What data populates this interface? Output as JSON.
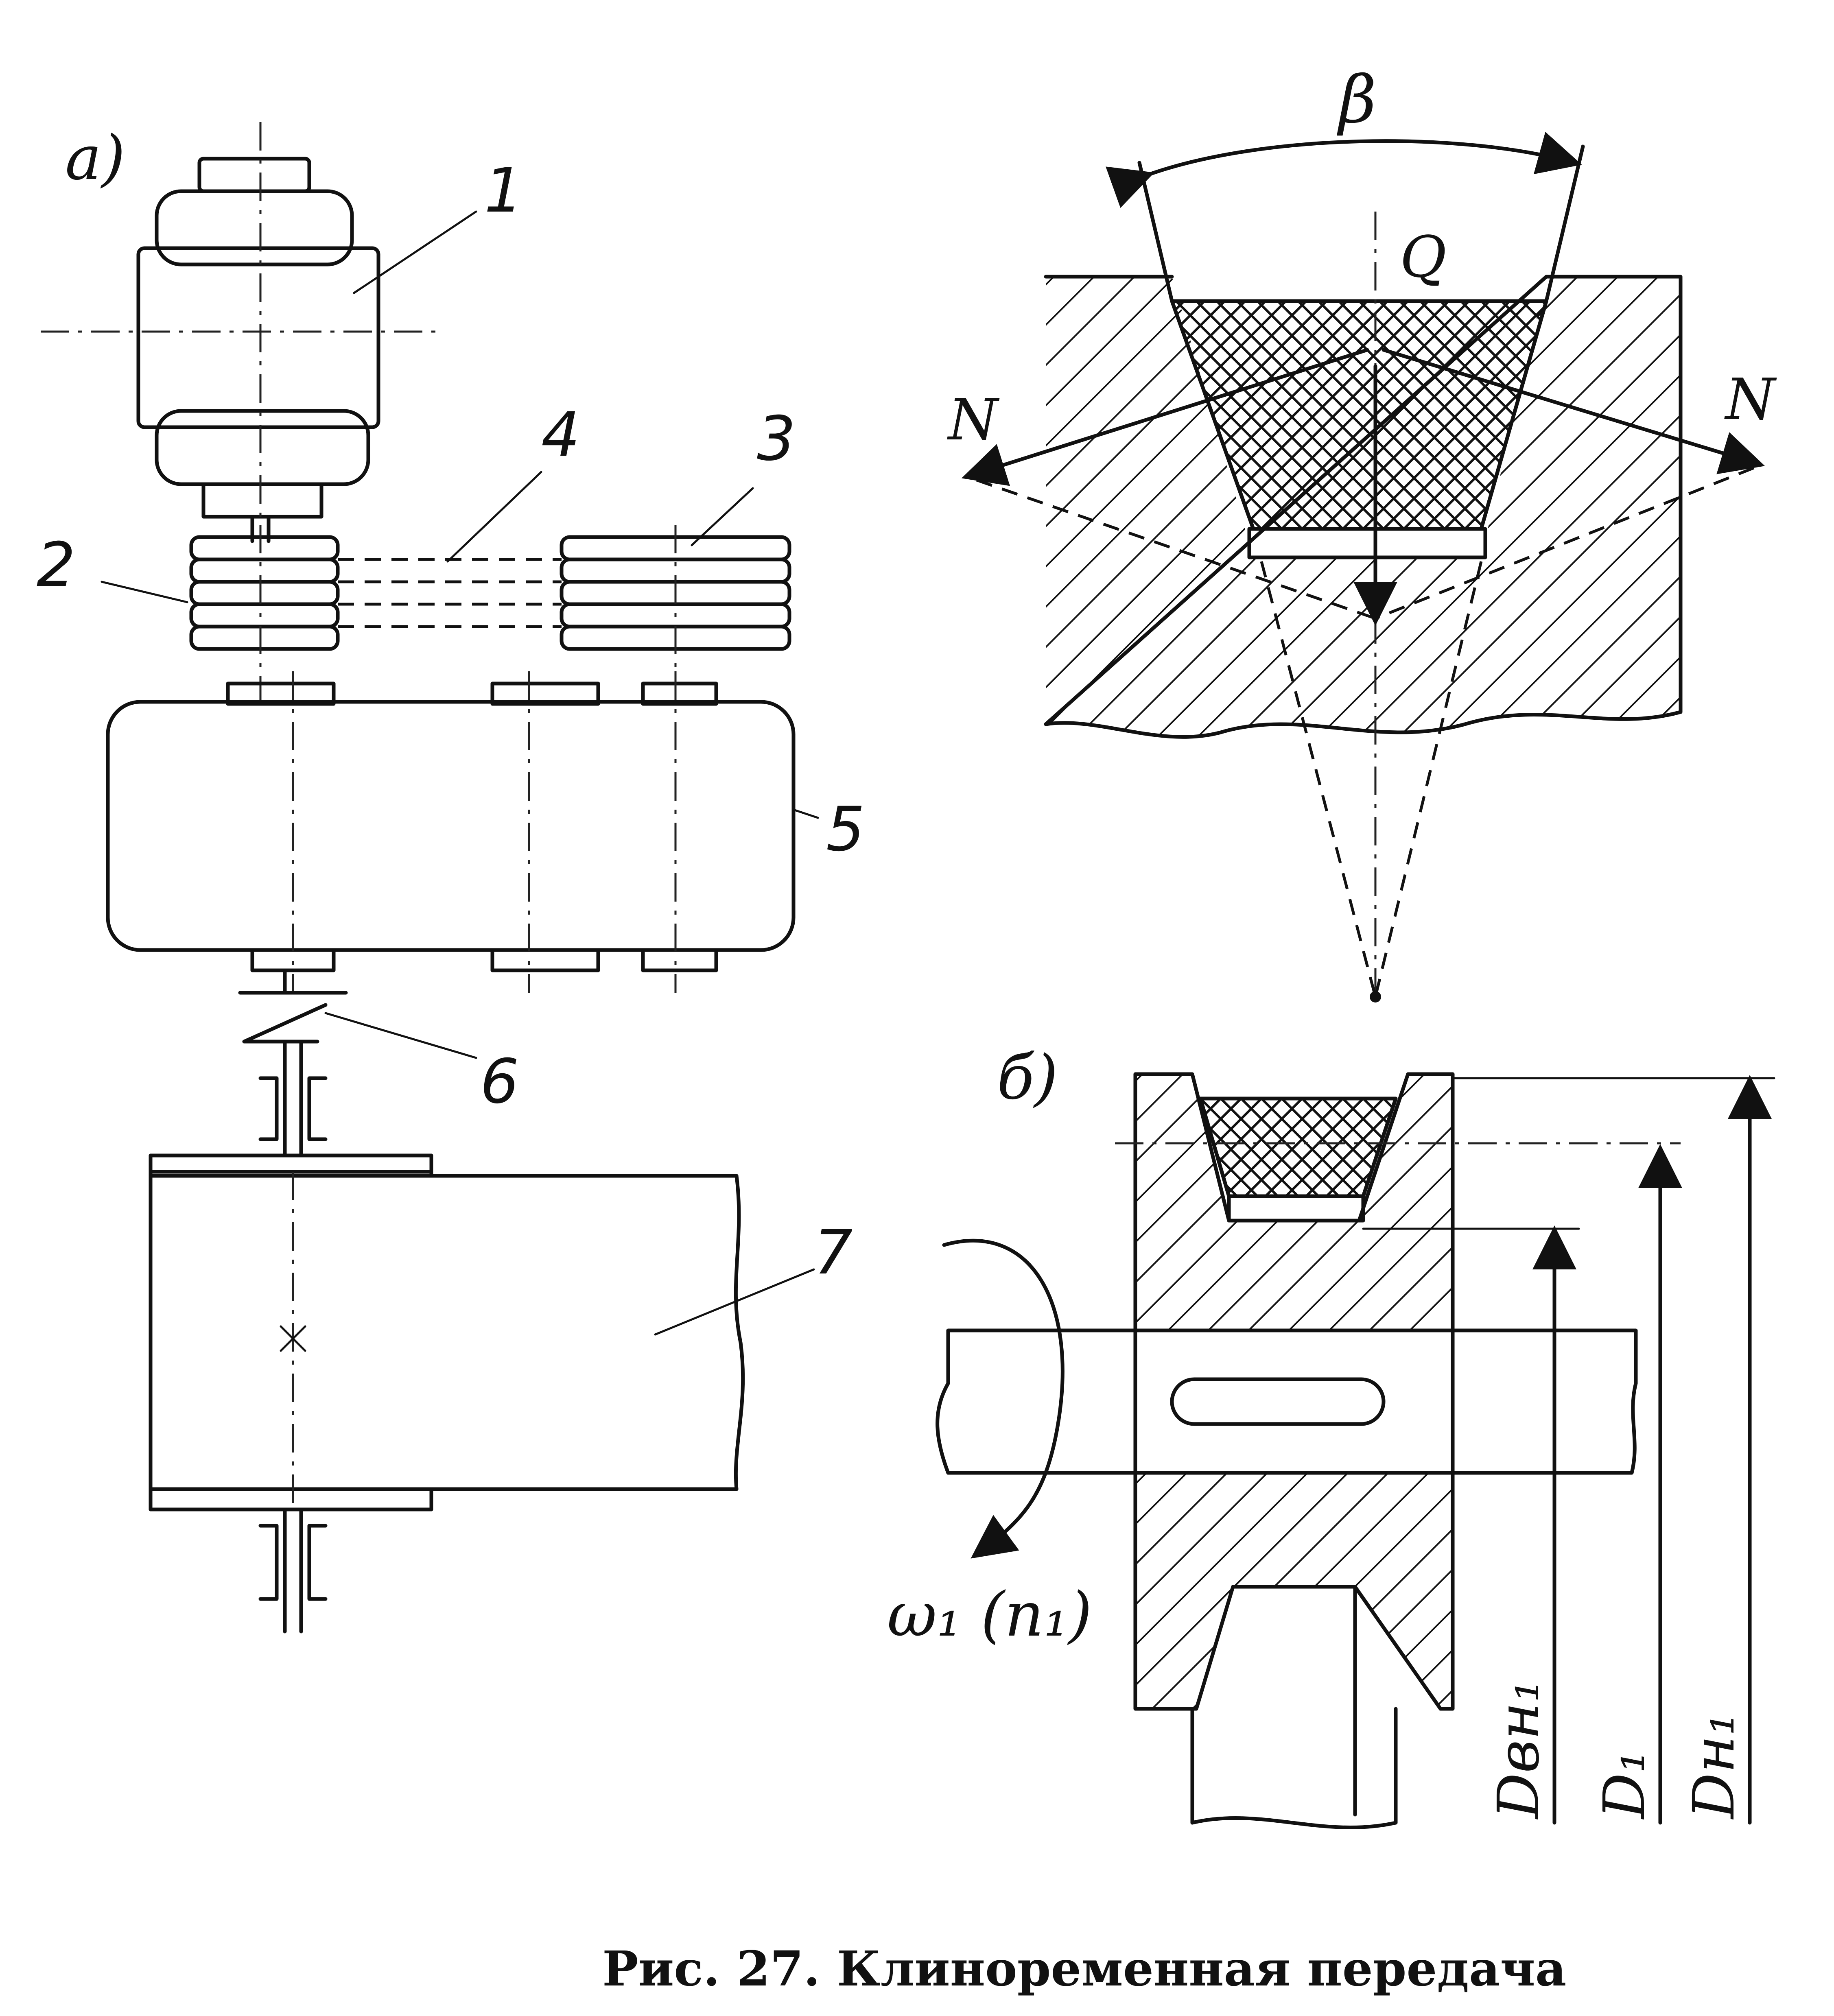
{
  "caption": "Рис. 27. Клиноременная передача",
  "panel_a": {
    "label": "а)",
    "callouts": [
      "1",
      "2",
      "3",
      "4",
      "5",
      "6",
      "7"
    ]
  },
  "panel_top_right": {
    "angle_label": "β",
    "force_q": "Q",
    "force_n_left": "N",
    "force_n_right": "N"
  },
  "panel_b": {
    "label": "б)",
    "omega": "ω₁ (n₁)",
    "dim_inner": "Dвн₁",
    "dim_pitch": "D₁",
    "dim_outer": "Dн₁"
  }
}
